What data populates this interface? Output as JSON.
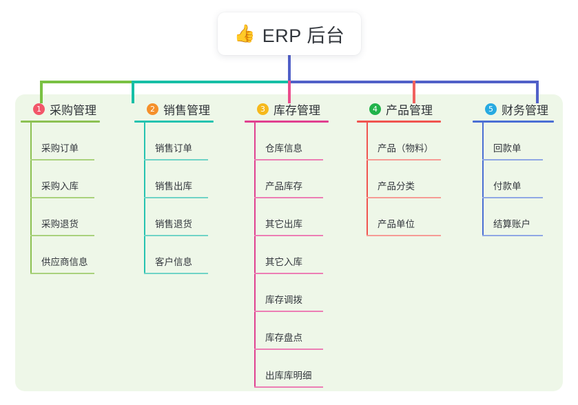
{
  "root": {
    "icon": "thumbs-up-icon",
    "icon_glyph": "👍",
    "title": "ERP 后台"
  },
  "theme": {
    "panel_bg": "#eef7e8",
    "page_bg": "#ffffff",
    "text": "#33373d",
    "trunk_green": "#7ac143",
    "trunk_teal": "#17bfa6",
    "trunk_blue": "#5160c8",
    "drop_pink": "#ea4c8c",
    "drop_red": "#f0615f"
  },
  "columns": [
    {
      "number": "1",
      "badge_color": "#f2566a",
      "line_color": "#8cc152",
      "leaf_line_color": "#a9d27c",
      "title": "采购管理",
      "items": [
        "采购订单",
        "采购入库",
        "采购退货",
        "供应商信息"
      ],
      "leaf_rule_width": 93,
      "head_rule_width": 115
    },
    {
      "number": "2",
      "badge_color": "#f5902b",
      "line_color": "#25c3b0",
      "leaf_line_color": "#6fd3c6",
      "title": "销售管理",
      "items": [
        "销售订单",
        "销售出库",
        "销售退货",
        "客户信息"
      ],
      "leaf_rule_width": 93,
      "head_rule_width": 115
    },
    {
      "number": "3",
      "badge_color": "#f6b91d",
      "line_color": "#e0408f",
      "leaf_line_color": "#ec7eb4",
      "title": "库存管理",
      "items": [
        "仓库信息",
        "产品库存",
        "其它出库",
        "其它入库",
        "库存调拨",
        "库存盘点",
        "出库库明细"
      ],
      "leaf_rule_width": 100,
      "head_rule_width": 122
    },
    {
      "number": "4",
      "badge_color": "#21b34a",
      "line_color": "#f0544f",
      "leaf_line_color": "#f69b95",
      "title": "产品管理",
      "items": [
        "产品（物料）",
        "产品分类",
        "产品单位"
      ],
      "leaf_rule_width": 108,
      "head_rule_width": 122
    },
    {
      "number": "5",
      "badge_color": "#27aae1",
      "line_color": "#4a6fd4",
      "leaf_line_color": "#8fa7e4",
      "title": "财务管理",
      "items": [
        "回款单",
        "付款单",
        "结算账户"
      ],
      "leaf_rule_width": 88,
      "head_rule_width": 118
    }
  ]
}
